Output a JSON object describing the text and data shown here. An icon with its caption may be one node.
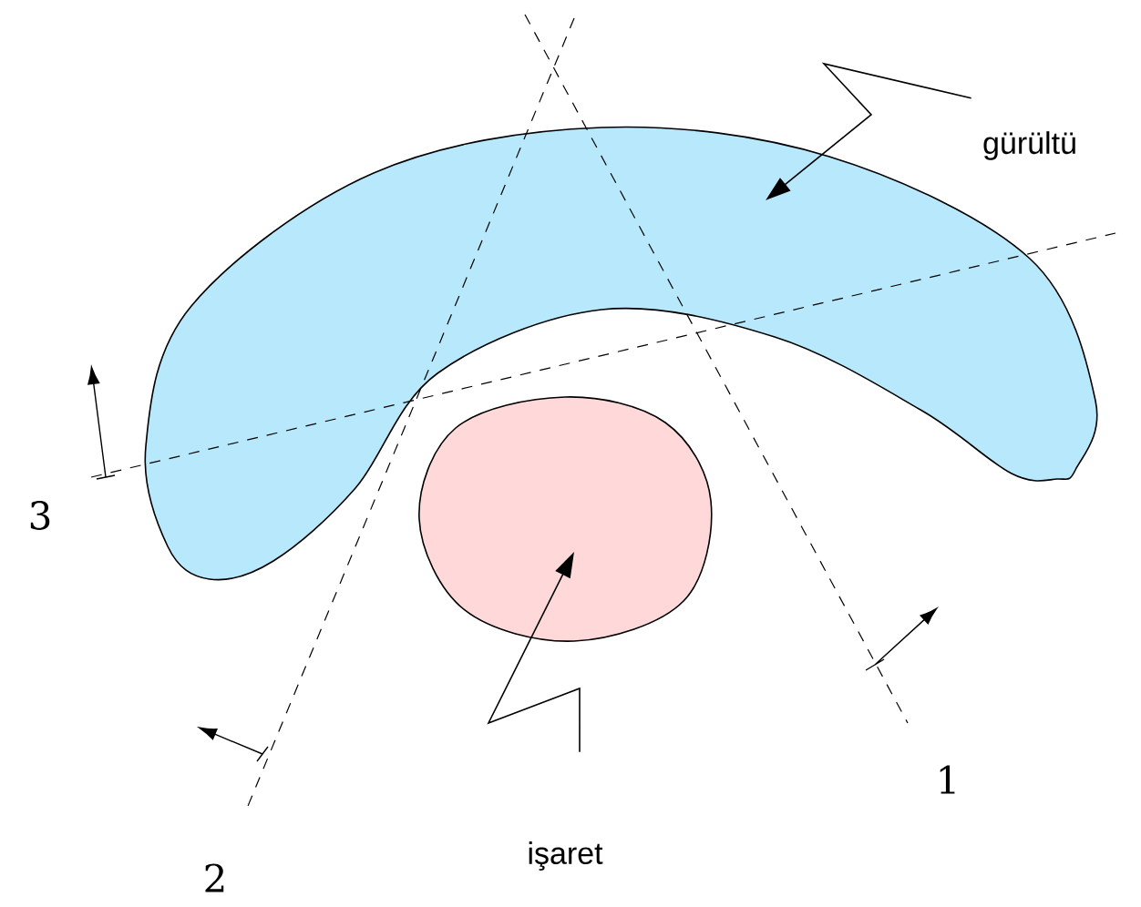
{
  "diagram": {
    "nodes": [
      {
        "text": [
          "gürültü"
        ]
      },
      {
        "text": [],
        "shape": "crescent"
      },
      {
        "text": [],
        "shape": "circle"
      },
      {
        "text": [
          "işaret"
        ]
      }
    ],
    "edges": [
      {
        "from": 0,
        "to": 1,
        "arrow": "to"
      },
      {
        "from": 3,
        "to": 2,
        "arrow": "to"
      }
    ],
    "labels": [
      "3",
      "1",
      "2"
    ]
  }
}
